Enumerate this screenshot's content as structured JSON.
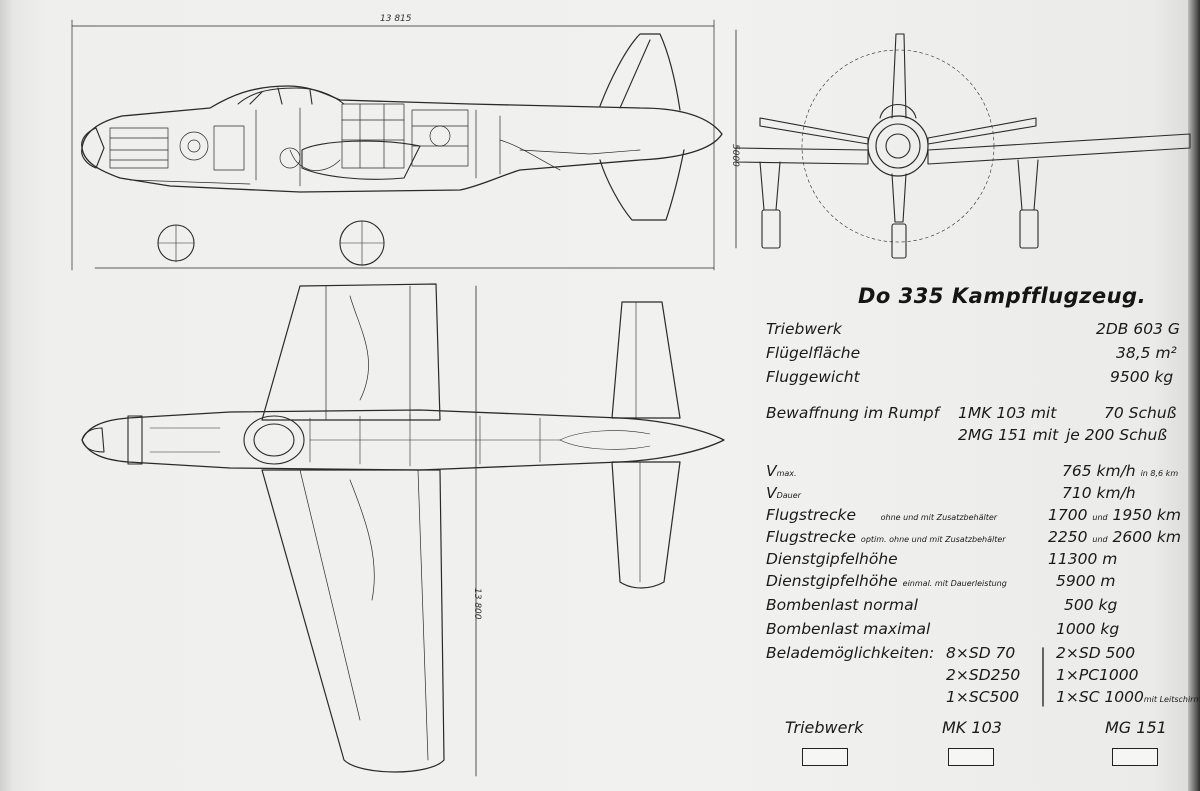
{
  "dimensions": {
    "span": "13 800",
    "length": "13 815",
    "height": "5000"
  },
  "title": "Do 335   Kampfflugzeug.",
  "specs": {
    "triebwerk": {
      "label": "Triebwerk",
      "value": "2DB 603 G"
    },
    "flaeche": {
      "label": "Flügelfläche",
      "value": "38,5  m²"
    },
    "gewicht": {
      "label": "Fluggewicht",
      "value": "9500  kg"
    },
    "bewaffnung": {
      "label": "Bewaffnung im Rumpf",
      "line1_gun": "1MK 103 mit",
      "line1_ammo": "70  Schuß",
      "line2_gun": "2MG 151 mit",
      "line2_ammo": "je 200  Schuß"
    },
    "vmax": {
      "label": "V",
      "sub": "max.",
      "value": "765 km/h",
      "note": "in 8,6 km"
    },
    "vdauer": {
      "label": "V",
      "sub": "Dauer",
      "value": "710 km/h"
    },
    "strecke1": {
      "label": "Flugstrecke",
      "note": "ohne und mit Zusatzbehälter",
      "v1": "1700",
      "und": "und",
      "v2": "1950 km"
    },
    "strecke2": {
      "label": "Flugstrecke",
      "note": "optim. ohne und mit Zusatzbehälter",
      "v1": "2250",
      "und": "und",
      "v2": "2600 km"
    },
    "gipfel": {
      "label": "Dienstgipfelhöhe",
      "value": "11300 m"
    },
    "gipfel2": {
      "label": "Dienstgipfelhöhe",
      "note": "einmal. mit Dauerleistung",
      "value": "5900 m"
    },
    "bomb_normal": {
      "label": "Bombenlast  normal",
      "value": "500 kg"
    },
    "bomb_max": {
      "label": "Bombenlast  maximal",
      "value": "1000 kg"
    },
    "belade": {
      "label": "Belademöglichkeiten:",
      "left": [
        "8×SD  70",
        "2×SD250",
        "1×SC500"
      ],
      "right": [
        "2×SD  500",
        "1×PC1000",
        "1×SC 1000"
      ],
      "right_note": "mit Leitschirm"
    }
  },
  "legend": [
    {
      "label": "Triebwerk"
    },
    {
      "label": "MK 103"
    },
    {
      "label": "MG 151"
    }
  ]
}
